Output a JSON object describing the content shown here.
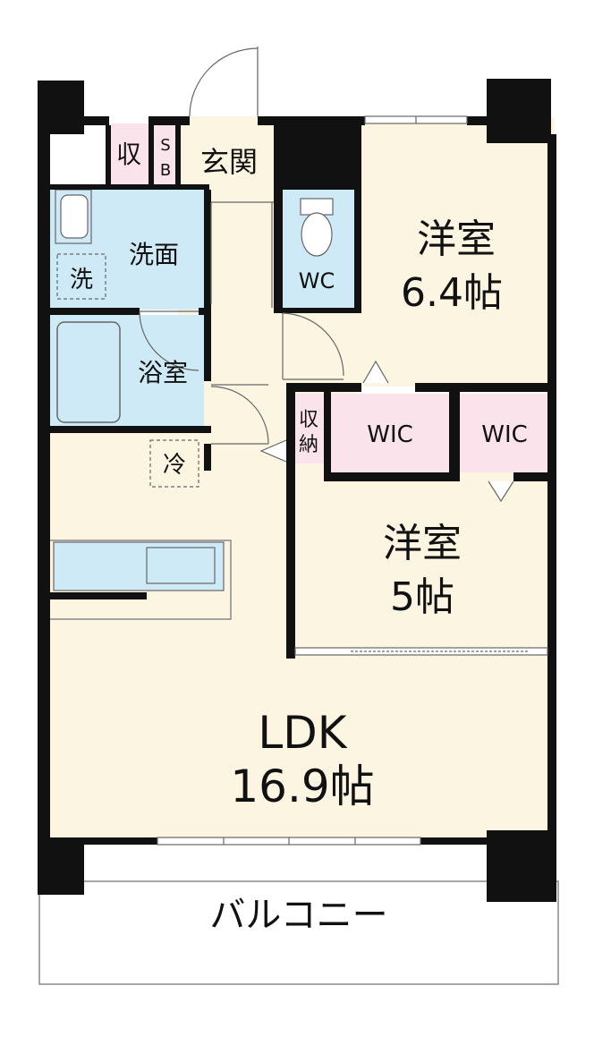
{
  "rooms": {
    "storage": "収",
    "shoe_box_s": "S",
    "shoe_box_b": "B",
    "entrance": "玄関",
    "washroom": "洗面",
    "washer": "洗",
    "wc": "WC",
    "bathroom": "浴室",
    "fridge": "冷",
    "western1_name": "洋室",
    "western1_size": "6.4帖",
    "closet_top": "収",
    "closet_bottom": "納",
    "wic1": "WIC",
    "wic2": "WIC",
    "western2_name": "洋室",
    "western2_size": "5帖",
    "ldk_name": "LDK",
    "ldk_size": "16.9帖",
    "balcony": "バルコニー"
  },
  "colors": {
    "cream": "#fcf5e2",
    "light_blue": "#cfeaf7",
    "pink": "#fbe3ec",
    "wall": "#111111"
  }
}
